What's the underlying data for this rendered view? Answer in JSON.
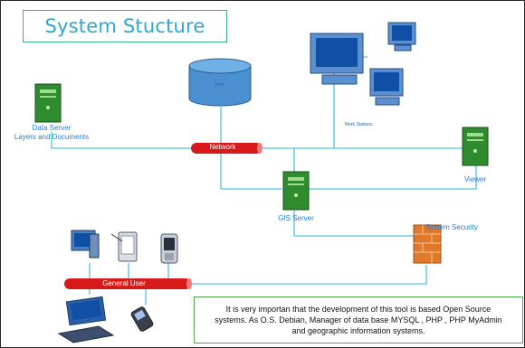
{
  "title": "System Stucture",
  "data_server": {
    "line1": "Data Server",
    "line2": "Layers and Documents"
  },
  "database": {
    "label": "Data"
  },
  "network": {
    "label": "Network"
  },
  "work_stations": {
    "label": "Work Stations"
  },
  "viewer": {
    "label": "Viewer"
  },
  "gis_server": {
    "label": "GIS Server"
  },
  "system_security": {
    "label": "System Security"
  },
  "general_user": {
    "label": "General User"
  },
  "note": {
    "line1": "It is very importan that the development of this tool is based Open Source",
    "line2": "systems. As O.S. Debian, Manager of data base MYSQL , PHP , PHP MyAdmin",
    "line3": "and geographic information systems."
  },
  "colors": {
    "line": "#52c3e6",
    "bus": "#d7191a",
    "server": "#2e8b2e",
    "label": "#1f7fd6",
    "title": "#2fa6d6",
    "firewall": "#e07a2a"
  }
}
